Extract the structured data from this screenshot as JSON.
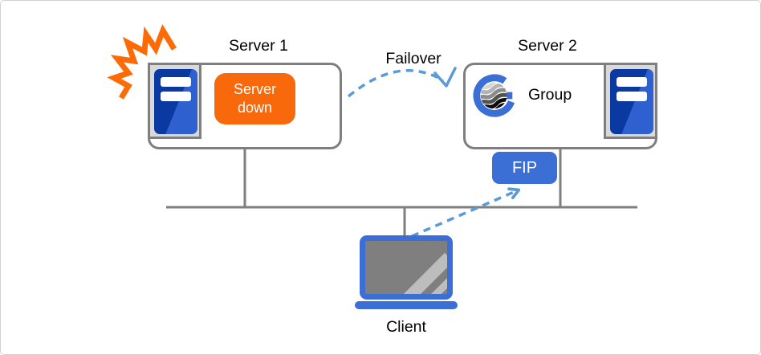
{
  "diagram": {
    "kind": "failover-cluster-diagram",
    "server1": {
      "title": "Server 1",
      "status_badge": "Server down"
    },
    "server2": {
      "title": "Server 2",
      "group_label": "Group",
      "fip_label": "FIP"
    },
    "failover_label": "Failover",
    "client_label": "Client"
  },
  "icons": {
    "crash_burst": "crash-burst-icon",
    "server_unit": "server-rack-icon",
    "group_logo": "cluster-group-logo-icon",
    "laptop": "laptop-client-icon"
  },
  "colors": {
    "orange": "#F8690B",
    "royal_blue": "#3B6FD6",
    "server_dark_blue": "#0A3AA1",
    "arrow_blue": "#5B9BD5",
    "line_gray": "#7F7F7F",
    "panel_gray": "#D9D9D9",
    "screen_gray": "#7F7F7F",
    "canvas_border": "#D2D2D2"
  }
}
